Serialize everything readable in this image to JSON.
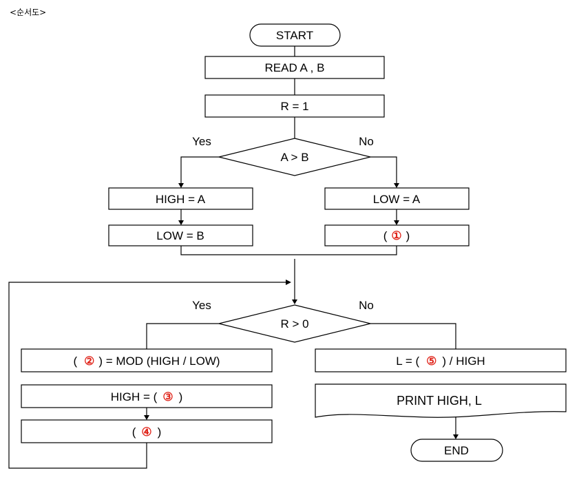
{
  "caption": "<순서도>",
  "start": "START",
  "read": "READ A , B",
  "r_init": "R = 1",
  "cond1": "A > B",
  "cond1_yes": "Yes",
  "cond1_no": "No",
  "high_a": "HIGH = A",
  "low_b": "LOW = B",
  "low_a": "LOW = A",
  "blank1": {
    "pre": "(",
    "mark": "①",
    "post": ")"
  },
  "cond2": "R > 0",
  "cond2_yes": "Yes",
  "cond2_no": "No",
  "blank2": {
    "pre": "(",
    "mark": "②",
    "post": ") = MOD (HIGH / LOW)"
  },
  "blank3": {
    "pre": "HIGH = (",
    "mark": "③",
    "post": ")"
  },
  "blank4": {
    "pre": "(",
    "mark": "④",
    "post": ")"
  },
  "blank5": {
    "pre": "L = (",
    "mark": "⑤",
    "post": ") / HIGH"
  },
  "print": "PRINT HIGH, L",
  "end": "END",
  "colors": {
    "blank_marker": "#e0261c",
    "line": "#000000"
  }
}
